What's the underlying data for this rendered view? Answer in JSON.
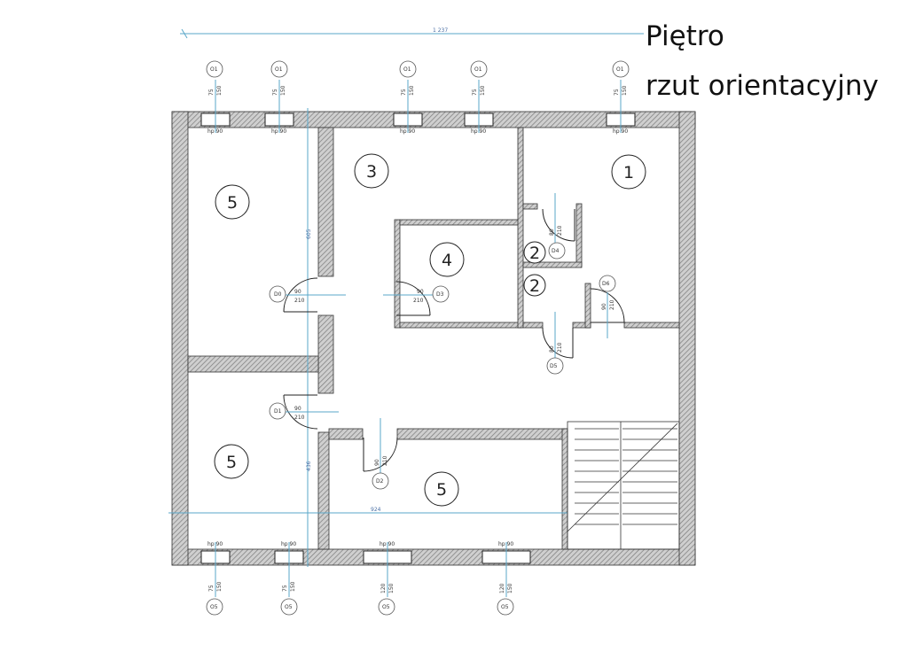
{
  "title": {
    "line1": "Piętro",
    "line2": "rzut orientacyjny"
  },
  "dimensions": {
    "overall_width": "1 237",
    "interior_width": "924",
    "left_wall_top": "605",
    "left_wall_bottom": "436"
  },
  "rooms": {
    "room_1": "1",
    "room_2a": "2",
    "room_2b": "2",
    "room_3": "3",
    "room_4": "4",
    "room_5_top_left": "5",
    "room_5_bottom_left": "5",
    "room_5_bottom": "5"
  },
  "windows_top": [
    {
      "tag": "O1",
      "w": "75",
      "h": "150",
      "sill": "hp 90"
    },
    {
      "tag": "O1",
      "w": "75",
      "h": "150",
      "sill": "hp 90"
    },
    {
      "tag": "O1",
      "w": "75",
      "h": "150",
      "sill": "hp 90"
    },
    {
      "tag": "O1",
      "w": "75",
      "h": "150",
      "sill": "hp 90"
    },
    {
      "tag": "O1",
      "w": "75",
      "h": "150",
      "sill": "hp 90"
    }
  ],
  "windows_bottom": [
    {
      "tag": "O5",
      "w": "75",
      "h": "150",
      "sill": "hp 90"
    },
    {
      "tag": "O5",
      "w": "75",
      "h": "150",
      "sill": "hp 90"
    },
    {
      "tag": "O5",
      "w": "120",
      "h": "150",
      "sill": "hp 90"
    },
    {
      "tag": "O5",
      "w": "120",
      "h": "150",
      "sill": "hp 90"
    }
  ],
  "doors": {
    "d0": {
      "tag": "D0",
      "w": "90",
      "h": "210"
    },
    "d1": {
      "tag": "D1",
      "w": "90",
      "h": "210"
    },
    "d2": {
      "tag": "D2",
      "w": "90",
      "h": "210"
    },
    "d3": {
      "tag": "D3",
      "w": "90",
      "h": "210"
    },
    "d4": {
      "tag": "D4",
      "w": "80",
      "h": "210"
    },
    "d5": {
      "tag": "D5",
      "w": "80",
      "h": "210"
    },
    "d6": {
      "tag": "D6",
      "w": "90",
      "h": "210"
    }
  }
}
